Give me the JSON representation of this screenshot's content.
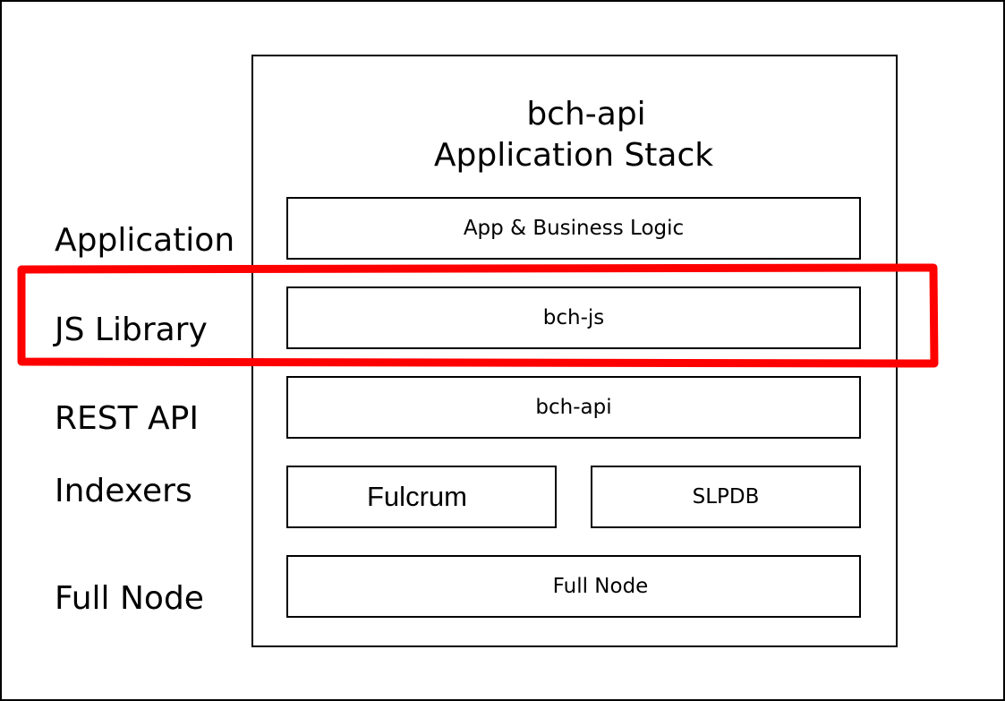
{
  "diagram": {
    "title_line1": "bch-api",
    "title_line2": "Application Stack",
    "layers": [
      "Application",
      "JS Library",
      "REST API",
      "Indexers",
      "Full Node"
    ],
    "boxes": {
      "app_logic": "App & Business Logic",
      "bch_js": "bch-js",
      "bch_api": "bch-api",
      "fulcrum": "Fulcrum",
      "slpdb": "SLPDB",
      "full_node": "Full Node"
    },
    "highlight_color": "#ff0000"
  }
}
